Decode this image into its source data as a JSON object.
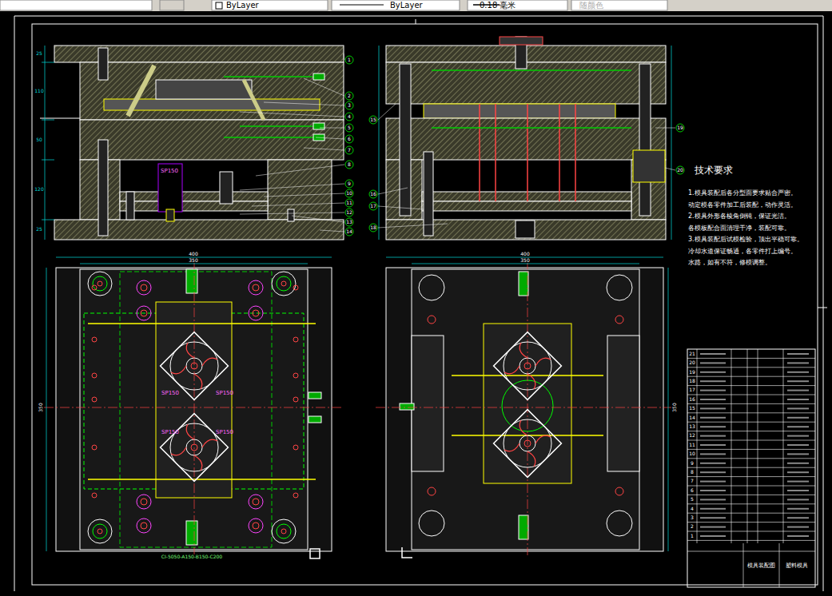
{
  "diagram": {
    "labels": [
      "ByLayer",
      "ByLayer",
      "0.18 毫米",
      "随颜色",
      "技术要求",
      "1.模具装配后各分型面要求贴合严密。",
      "动定模各零件加工后装配，动作灵活。",
      "2.模具外形各棱角倒钝，保证光洁。",
      "各模板配合面清理干净，装配可靠。",
      "3.模具装配后试模检验，顶出平稳可靠。",
      "冷却水道保证畅通，各零件打上编号。",
      "水路，如有不符，修模调整。",
      "SP150",
      "SP150",
      "SP150",
      "SP150",
      "SP150",
      "CI-5050-A150-B150-C200",
      "400",
      "350",
      "400",
      "350",
      "350",
      "350",
      "1",
      "2",
      "3",
      "4",
      "5",
      "6",
      "7",
      "8",
      "9",
      "10",
      "11",
      "12",
      "13",
      "14",
      "15",
      "16",
      "17",
      "18",
      "19",
      "20",
      "21",
      "20",
      "19",
      "18",
      "17",
      "16",
      "15",
      "14",
      "13",
      "12",
      "11",
      "10",
      "9",
      "8",
      "7",
      "6",
      "5",
      "4",
      "3",
      "2",
      "1",
      "模具装配图",
      "塑料模具",
      "25",
      "110",
      "50",
      "120",
      "25"
    ]
  }
}
